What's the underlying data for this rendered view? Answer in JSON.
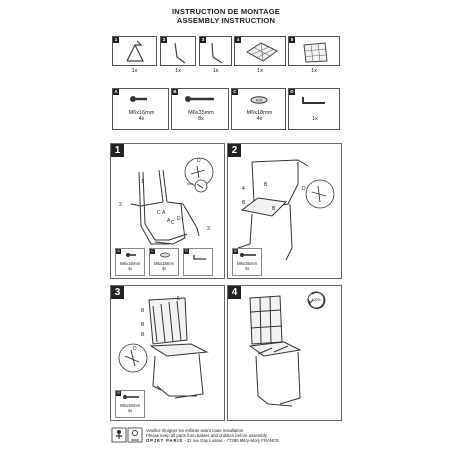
{
  "header": {
    "title_fr": "INSTRUCTION DE MONTAGE",
    "title_en": "ASSEMBLY INSTRUCTION"
  },
  "parts": [
    {
      "tag": "1",
      "qty": "1x",
      "icon": "chair-frame-icon"
    },
    {
      "tag": "2",
      "qty": "1x",
      "icon": "left-leg-bar-icon"
    },
    {
      "tag": "3",
      "qty": "1x",
      "icon": "right-leg-bar-icon"
    },
    {
      "tag": "4",
      "qty": "1x",
      "icon": "seat-cushion-icon"
    },
    {
      "tag": "5",
      "qty": "1x",
      "icon": "backrest-cushion-icon"
    }
  ],
  "hardware": [
    {
      "tag": "A",
      "size": "M6x16mm",
      "qty": "4x",
      "icon": "short-bolt-icon"
    },
    {
      "tag": "B",
      "size": "M6x35mm",
      "qty": "8x",
      "icon": "long-bolt-icon"
    },
    {
      "tag": "C",
      "size": "M6x18mm",
      "qty": "4x",
      "icon": "washer-icon"
    },
    {
      "tag": "D",
      "size": "",
      "qty": "1x",
      "icon": "allen-key-icon"
    }
  ],
  "steps": [
    {
      "num": "1",
      "labels": [
        "1",
        "2",
        "3",
        "C",
        "A",
        "C",
        "A",
        "D",
        "D"
      ],
      "parts": [
        {
          "tag": "A",
          "size": "M6x16mm",
          "qty": "4x"
        },
        {
          "tag": "C",
          "size": "M6x18mm",
          "qty": "4x"
        },
        {
          "tag": "D",
          "size": "",
          "qty": ""
        }
      ]
    },
    {
      "num": "2",
      "labels": [
        "4",
        "B",
        "B",
        "B",
        "D"
      ],
      "parts": [
        {
          "tag": "B",
          "size": "M6x35mm",
          "qty": "4x"
        }
      ]
    },
    {
      "num": "3",
      "labels": [
        "5",
        "B",
        "B",
        "B",
        "D"
      ],
      "parts": [
        {
          "tag": "B",
          "size": "M6x35mm",
          "qty": "4x"
        }
      ]
    },
    {
      "num": "4",
      "badge": "100%"
    }
  ],
  "footer": {
    "line1": "Veuillez éloigner les enfants avant toute installation",
    "line2": "Please keep all parts from babies and children before assembly",
    "brand": "OPJET PARIS",
    "address": " - 31 rue Gay Lussac - 77290 Mitry-Mory FRANCE"
  }
}
